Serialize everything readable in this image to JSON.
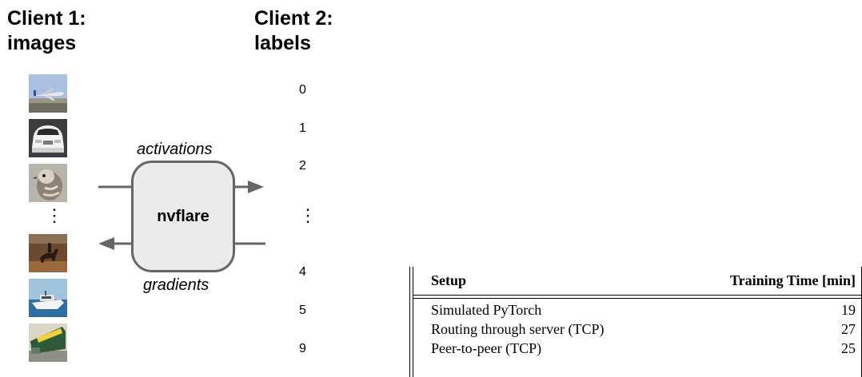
{
  "client1": {
    "title_line1": "Client 1:",
    "title_line2": "images"
  },
  "client2": {
    "title_line1": "Client 2:",
    "title_line2": "labels"
  },
  "thumbnails": [
    "airplane",
    "automobile",
    "bird",
    "horse",
    "ship",
    "truck"
  ],
  "labels": [
    "0",
    "1",
    "2",
    "4",
    "5",
    "9"
  ],
  "ellipsis": "⋮",
  "center": {
    "label": "nvflare",
    "top_caption": "activations",
    "bottom_caption": "gradients"
  },
  "table": {
    "headers": [
      "Setup",
      "Training Time [min]"
    ],
    "rows": [
      [
        "Simulated PyTorch",
        "19"
      ],
      [
        "Routing through server (TCP)",
        "27"
      ],
      [
        "Peer-to-peer (TCP)",
        "25"
      ]
    ]
  }
}
